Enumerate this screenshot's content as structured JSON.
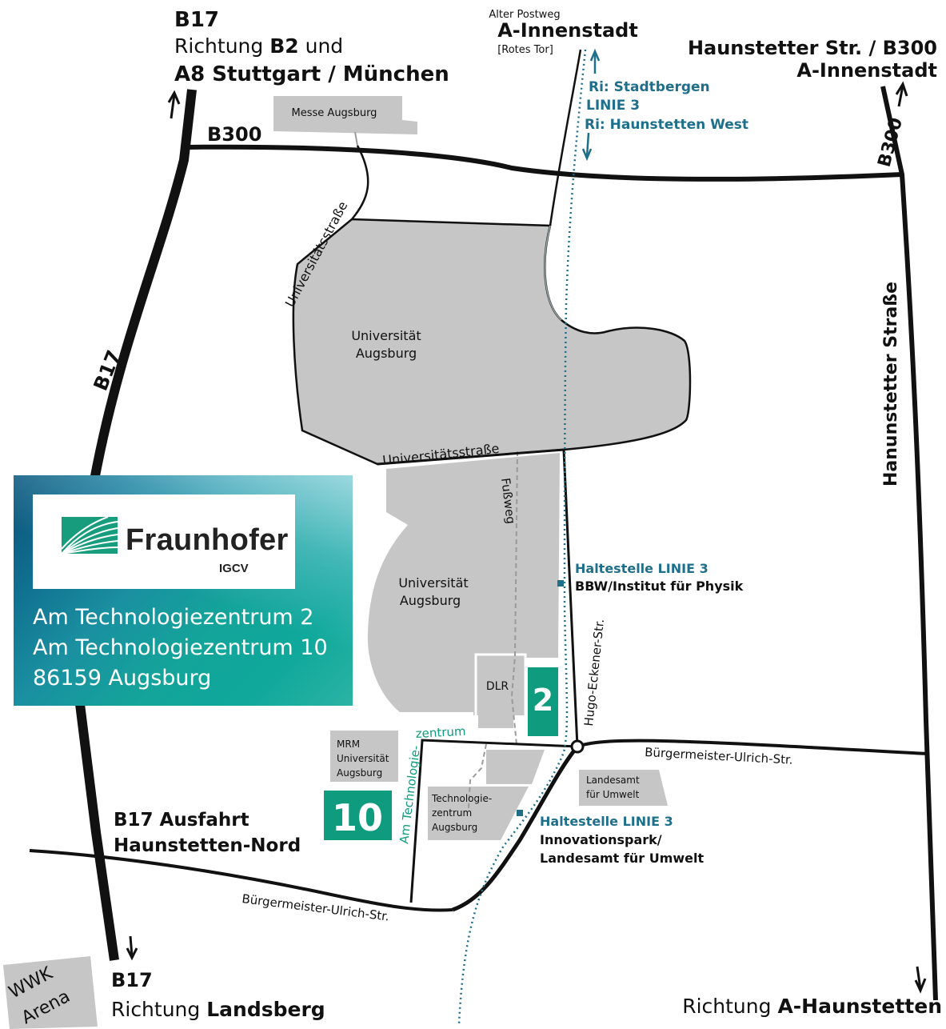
{
  "north": {
    "left": {
      "road": "B17",
      "dir_prefix": "Richtung ",
      "dir_b2": "B2",
      "dir_suffix": " und",
      "target": "A8 Stuttgart / München"
    },
    "center": {
      "small": "Alter Postweg",
      "big": "A-Innenstadt",
      "bracket": "[Rotes Tor]"
    },
    "right": {
      "line1": "Haunstetter Str. / B300",
      "line2": "A-Innenstadt"
    }
  },
  "tram_north": {
    "line1": "Ri: Stadtbergen",
    "line2": "LINIE 3",
    "line3": "Ri: Haunstetten West"
  },
  "roads": {
    "b300_top": "B300",
    "b300_right": "B300",
    "b17": "B17",
    "uni_str_upper": "Universitätsstraße",
    "uni_str_lower": "Universitätsstraße",
    "fussweg": "Fußweg",
    "hugo": "Hugo-Eckener-Str.",
    "buerg_right": "Bürgermeister-Ulrich-Str.",
    "buerg_left": "Bürgermeister-Ulrich-Str.",
    "haunstetter_vert": "Hanunstetter Straße",
    "am_tech_horiz": "zentrum",
    "am_tech_vert": "Am Technologie-"
  },
  "buildings": {
    "messe": "Messe Augsburg",
    "uni_upper": [
      "Universität",
      "Augsburg"
    ],
    "uni_lower": [
      "Universität",
      "Augsburg"
    ],
    "dlr": "DLR",
    "mrm": [
      "MRM",
      "Universität",
      "Augsburg"
    ],
    "techzentrum": [
      "Technologie-",
      "zentrum",
      "Augsburg"
    ],
    "landesamt": [
      "Landesamt",
      "für Umwelt"
    ]
  },
  "markers": {
    "m2": "2",
    "m10": "10"
  },
  "stops": {
    "stop1": {
      "title": "Haltestelle LINIE 3",
      "name": "BBW/Institut für Physik"
    },
    "stop2": {
      "title": "Haltestelle LINIE 3",
      "name1": "Innovationspark/",
      "name2": "Landesamt für Umwelt"
    }
  },
  "exit": {
    "line1": "B17 Ausfahrt",
    "line2": "Haunstetten-Nord"
  },
  "south": {
    "left": {
      "road": "B17",
      "dir_prefix": "Richtung ",
      "target": "Landsberg"
    },
    "right": {
      "dir_prefix": "Richtung ",
      "target": "A-Haunstetten"
    },
    "arena": [
      "WWK",
      "Arena"
    ]
  },
  "brand": {
    "name": "Fraunhofer",
    "sub": "IGCV",
    "address1": "Am Technologiezentrum 2",
    "address2": "Am Technologiezentrum 10",
    "address3": "86159 Augsburg"
  },
  "colors": {
    "road": "#111111",
    "building": "#c6c6c6",
    "tram": "#1e6f8c",
    "marker": "#0f9b7d"
  }
}
